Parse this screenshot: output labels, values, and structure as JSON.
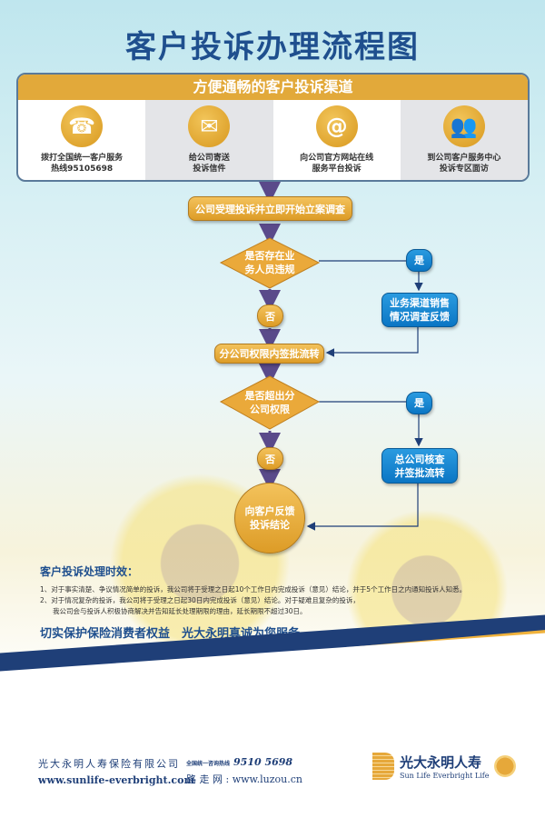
{
  "title": "客户投诉办理流程图",
  "channels": {
    "heading": "方便通畅的客户投诉渠道",
    "items": [
      {
        "icon": "phone-icon",
        "line1": "拨打全国统一客户服务",
        "line2": "热线95105698"
      },
      {
        "icon": "envelope-icon",
        "line1": "给公司寄送",
        "line2": "投诉信件"
      },
      {
        "icon": "computer-icon",
        "line1": "向公司官方网站在线",
        "line2": "服务平台投诉"
      },
      {
        "icon": "people-icon",
        "line1": "到公司客户服务中心",
        "line2": "投诉专区面访"
      }
    ]
  },
  "flow": {
    "step1": "公司受理投诉并立即开始立案调查",
    "decision1": {
      "line1": "是否存在业",
      "line2": "务人员违规"
    },
    "yes1": "是",
    "no1": "否",
    "branch1": {
      "line1": "业务渠道销售",
      "line2": "情况调查反馈"
    },
    "step2": "分公司权限内签批流转",
    "decision2": {
      "line1": "是否超出分",
      "line2": "公司权限"
    },
    "yes2": "是",
    "no2": "否",
    "branch2": {
      "line1": "总公司核查",
      "line2": "并签批流转"
    },
    "final": {
      "line1": "向客户反馈",
      "line2": "投诉结论"
    }
  },
  "notes": {
    "heading": "客户投诉处理时效：",
    "item1": "1、对于事实清楚、争议情况简单的投诉，我公司将于受理之日起10个工作日内完成投诉（意见）结论，并于5个工作日之内通知投诉人知悉。",
    "item2a": "2、对于情况复杂的投诉，我公司将于受理之日起30日内完成投诉（意见）结论。对于疑难且复杂的投诉，",
    "item2b": "我公司会与投诉人积极协商解决并告知延长处理期限的理由，延长期限不超过30日。"
  },
  "slogan": "切实保护保险消费者权益　光大永明真诚为您服务",
  "footer": {
    "company": "光大永明人寿保险有限公司",
    "website": "www.sunlife-everbright.com",
    "hotline_label": "全国统一咨询热线",
    "hotline": "9510 5698",
    "luzou": "路 走 网 : www.luzou.cn",
    "logo_cn": "光大永明人寿",
    "logo_en": "Sun Life Everbright Life"
  }
}
